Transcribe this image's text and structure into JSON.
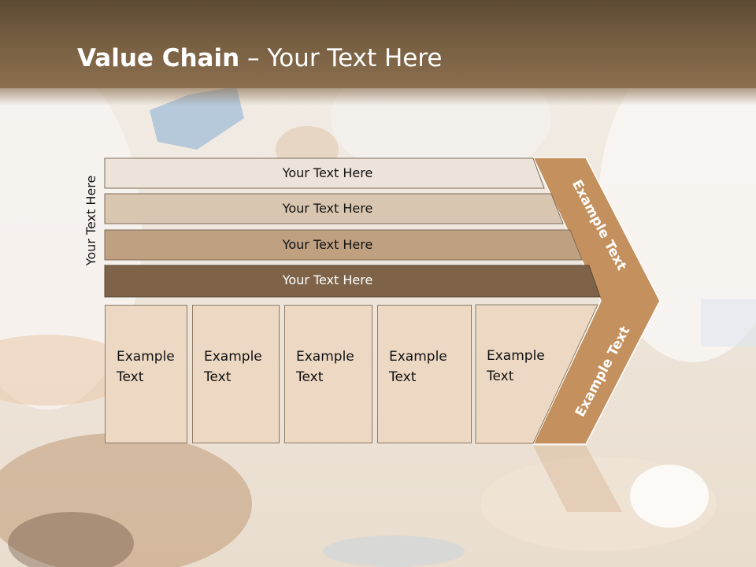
{
  "slide": {
    "title_bold": "Value Chain",
    "title_separator": " – ",
    "title_rest": "Your Text Here",
    "side_label": "Your Text Here"
  },
  "rows": [
    {
      "label": "Your Text Here",
      "color": "#ece4da"
    },
    {
      "label": "Your Text Here",
      "color": "#d9c6b1"
    },
    {
      "label": "Your Text Here",
      "color": "#bfa182"
    },
    {
      "label": "Your Text Here",
      "color": "#7e6348"
    }
  ],
  "boxes": [
    {
      "line1": "Example",
      "line2": "Text"
    },
    {
      "line1": "Example",
      "line2": "Text"
    },
    {
      "line1": "Example",
      "line2": "Text"
    },
    {
      "line1": "Example",
      "line2": "Text"
    },
    {
      "line1": "Example",
      "line2": "Text"
    }
  ],
  "chevron": {
    "upper_label": "Example Text",
    "lower_label": "Example Text",
    "color": "#c4905e"
  }
}
